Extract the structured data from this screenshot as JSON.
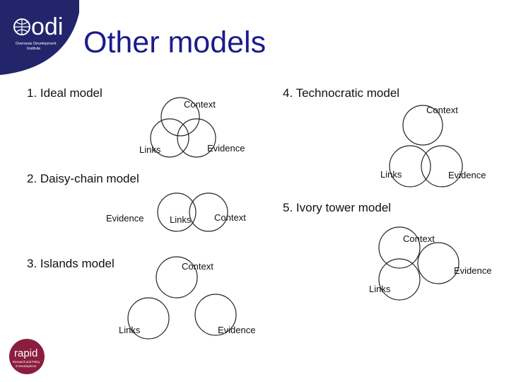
{
  "slide": {
    "title": "Other models",
    "logo_text": "odi",
    "logo_subtitle_1": "Overseas Development",
    "logo_subtitle_2": "Institute",
    "rapid_text": "rapid",
    "rapid_subtitle_1": "Research and Policy",
    "rapid_subtitle_2": "in Development"
  },
  "colors": {
    "title": "#1c1c8c",
    "odi_navy": "#23256b",
    "rapid_maroon": "#8b1e3f"
  },
  "models": [
    {
      "heading": "1. Ideal model",
      "labels": [
        "Context",
        "Links",
        "Evidence"
      ]
    },
    {
      "heading": "2. Daisy-chain model",
      "labels": [
        "Evidence",
        "Links",
        "Context"
      ]
    },
    {
      "heading": "3. Islands model",
      "labels": [
        "Context",
        "Links",
        "Evidence"
      ]
    },
    {
      "heading": "4. Technocratic model",
      "labels": [
        "Context",
        "Links",
        "Evidence"
      ]
    },
    {
      "heading": "5.  Ivory tower model",
      "labels": [
        "Context",
        "Evidence",
        "Links"
      ]
    }
  ]
}
